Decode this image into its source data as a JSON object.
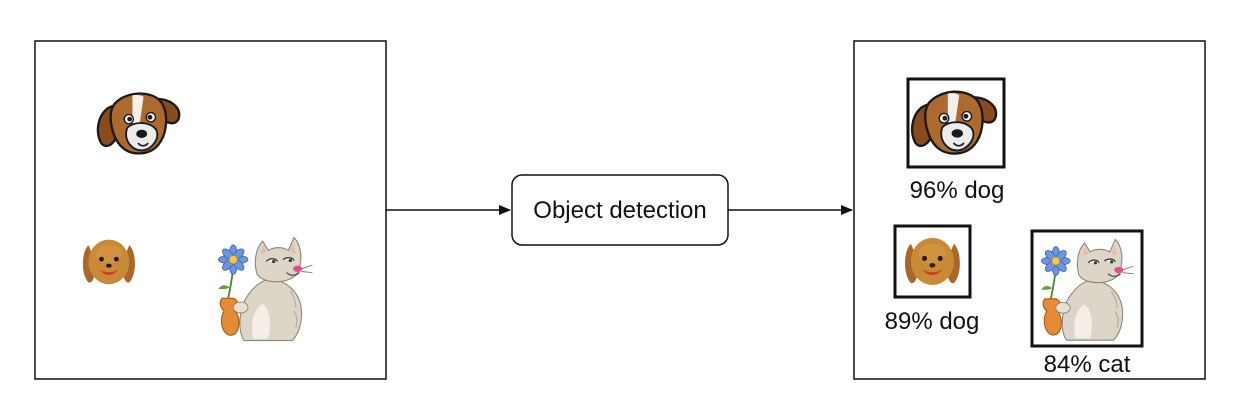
{
  "process": {
    "label": "Object detection"
  },
  "input_image": {
    "objects": [
      {
        "icon": "beagle-dog-icon"
      },
      {
        "icon": "brown-puppy-icon"
      },
      {
        "icon": "cat-with-flower-icon"
      }
    ]
  },
  "output_image": {
    "detections": [
      {
        "icon": "beagle-dog-icon",
        "label": "96% dog",
        "confidence": 96,
        "class": "dog"
      },
      {
        "icon": "brown-puppy-icon",
        "label": "89% dog",
        "confidence": 89,
        "class": "dog"
      },
      {
        "icon": "cat-with-flower-icon",
        "label": "84% cat",
        "confidence": 84,
        "class": "cat"
      }
    ]
  },
  "colors": {
    "stroke": "#111111",
    "dog_brown": "#a9652a",
    "puppy_orange": "#c98a37",
    "cat_grey": "#dcd6c8",
    "flower_blue": "#6b95e0",
    "vase_orange": "#e48b35"
  }
}
